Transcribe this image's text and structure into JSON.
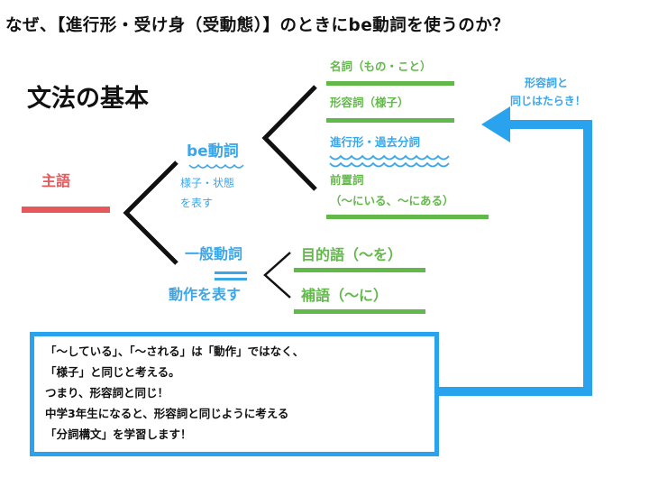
{
  "title": "なぜ、【進行形・受け身（受動態）】のときにbe動詞を使うのか？",
  "heading": "文法の基本",
  "subject": "主語",
  "be_verb": {
    "label": "be動詞",
    "desc_line1": "様子・状態",
    "desc_line2": "を表す"
  },
  "general_verb": {
    "label": "一般動詞",
    "desc": "動作を表す"
  },
  "complements": [
    "名詞（もの・こと）",
    "形容詞（様子）",
    "進行形・過去分詞",
    "前置詞",
    "（〜にいる、〜にある）"
  ],
  "objects": [
    "目的語（〜を）",
    "補語（〜に）"
  ],
  "side_note": {
    "line1": "形容詞と",
    "line2": "同じはたらき！"
  },
  "note_lines": [
    "「〜している」、「〜される」は「動作」ではなく、",
    "「様子」と同じと考える。",
    "つまり、形容詞と同じ！",
    "中学3年生になると、形容詞と同じように考える",
    "「分詞構文」を学習します！"
  ],
  "colors": {
    "red": "#e8585a",
    "blue": "#3ba6e8",
    "green": "#62b94a",
    "arrow": "#2aa3ee"
  }
}
